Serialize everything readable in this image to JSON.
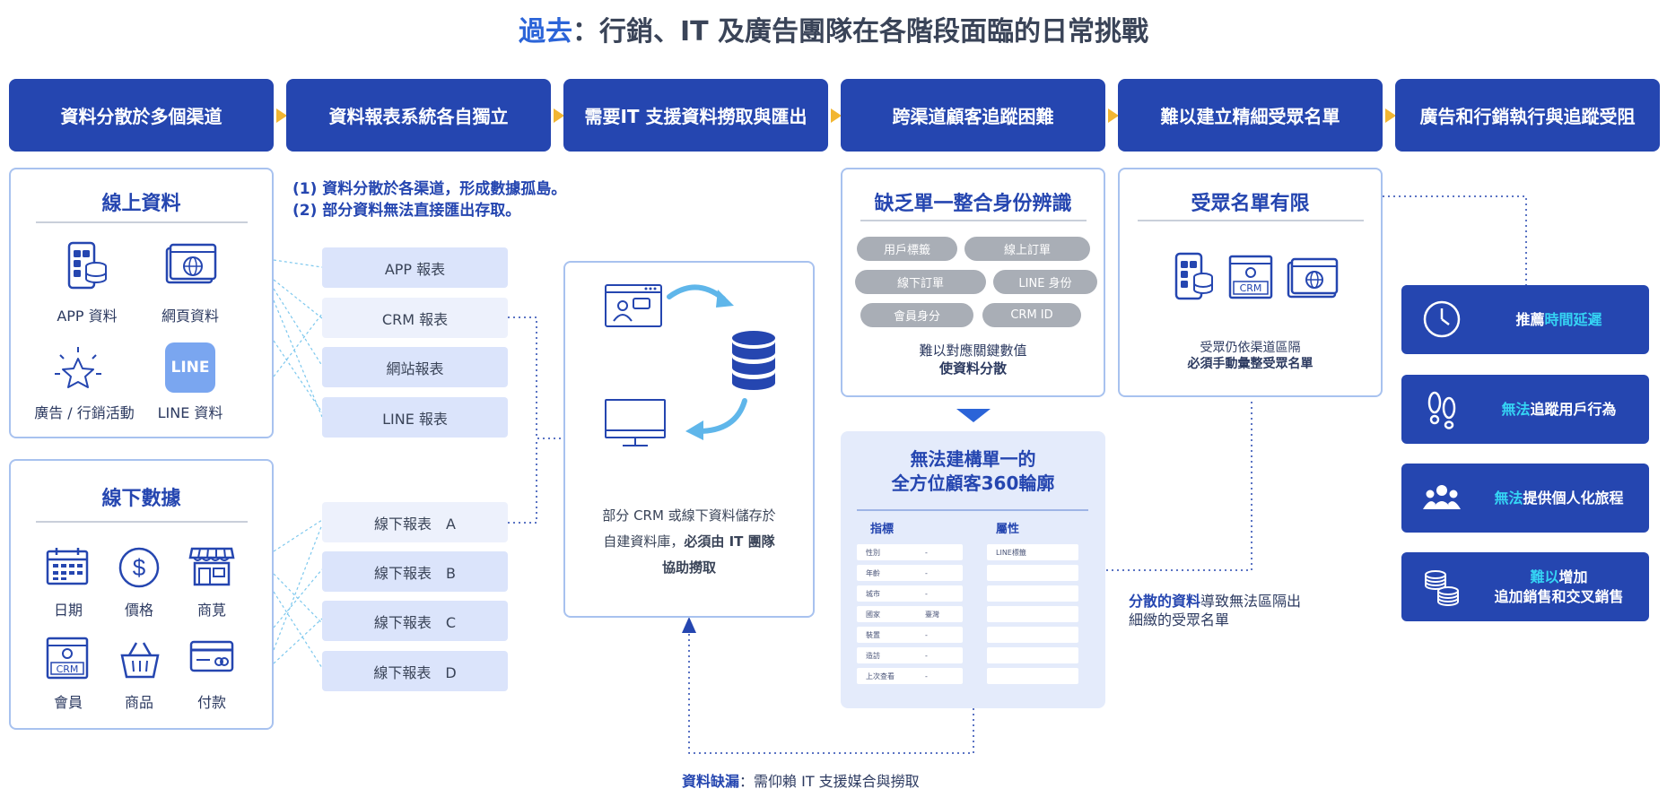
{
  "title": {
    "highlight": "過去",
    "rest": "：行銷、IT 及廣告團隊在各階段面臨的日常挑戰"
  },
  "stages": [
    "資料分散於多個渠道",
    "資料報表系統各自獨立",
    "需要IT 支援資料撈取與匯出",
    "跨渠道顧客追蹤困難",
    "難以建立精細受眾名單",
    "廣告和行銷執行與追蹤受阻"
  ],
  "online": {
    "title": "線上資料",
    "items": [
      {
        "label": "APP 資料",
        "icon": "mobile-database-icon"
      },
      {
        "label": "網頁資料",
        "icon": "web-browser-globe-icon"
      },
      {
        "label": "廣告 / 行銷活動",
        "icon": "star-sparkle-icon"
      },
      {
        "label": "LINE 資料",
        "icon": "line-logo-icon",
        "logo_text": "LINE"
      }
    ]
  },
  "offline": {
    "title": "線下數據",
    "items": [
      {
        "label": "日期",
        "icon": "calendar-icon"
      },
      {
        "label": "價格",
        "icon": "dollar-coin-icon"
      },
      {
        "label": "商莧",
        "icon": "storefront-icon"
      },
      {
        "label": "會員",
        "icon": "crm-icon",
        "icon_text": "CRM"
      },
      {
        "label": "商品",
        "icon": "shopping-basket-icon"
      },
      {
        "label": "付款",
        "icon": "credit-card-icon"
      }
    ]
  },
  "notes": [
    "(1)  資料分散於各渠道，形成數據孤島。",
    "(2)  部分資料無法直接匯出存取。"
  ],
  "reports_online": [
    "APP 報表",
    "CRM 報表",
    "網站報表",
    "LINE 報表"
  ],
  "reports_offline": [
    "線下報表　A",
    "線下報表　B",
    "線下報表　C",
    "線下報表　D"
  ],
  "it_box": {
    "line1": "部分 CRM 或線下資料儲存於",
    "line2_normal": "自建資料庫，",
    "line2_bold": "必須由 IT 團隊",
    "line3_bold": "協助撈取"
  },
  "identity": {
    "title": "缺乏單一整合身份辨識",
    "tags": [
      "用戶標籤",
      "線上訂單",
      "線下訂單",
      "LINE 身份",
      "會員身分",
      "CRM ID"
    ],
    "caption1": "難以對應關鍵數值",
    "caption2": "使資料分散"
  },
  "profile": {
    "title_line1": "無法建構單一的",
    "title_line2": "全方位顧客360輪廓",
    "col1": "指標",
    "col2": "屬性",
    "rows": [
      {
        "k": "性別",
        "v": "-"
      },
      {
        "k": "年齡",
        "v": "-"
      },
      {
        "k": "城市",
        "v": "-"
      },
      {
        "k": "國家",
        "v": "臺灣"
      },
      {
        "k": "裝置",
        "v": "-"
      },
      {
        "k": "造訪",
        "v": "-"
      },
      {
        "k": "上次查看",
        "v": "-"
      }
    ],
    "attr_first": "LINE標籤"
  },
  "audience": {
    "title": "受眾名單有限",
    "icon_text": "CRM",
    "caption1": "受眾仍依渠道區隔",
    "caption2": "必須手動彙整受眾名單"
  },
  "scattered": {
    "bold": "分散的資料",
    "rest": "導致無法區隔出",
    "line2": "細緻的受眾名單"
  },
  "gap": {
    "bold": "資料缺漏",
    "rest": "：需仰賴 IT 支援媒合與撈取"
  },
  "results": [
    {
      "icon": "clock-icon",
      "lines": [
        [
          {
            "t": "推薦",
            "hl": false
          },
          {
            "t": "時間延遲",
            "hl": true
          }
        ]
      ]
    },
    {
      "icon": "footprints-icon",
      "lines": [
        [
          {
            "t": "無法",
            "hl": true
          },
          {
            "t": "追蹤用戶行為",
            "hl": false
          }
        ]
      ]
    },
    {
      "icon": "people-group-icon",
      "lines": [
        [
          {
            "t": "無法",
            "hl": true
          },
          {
            "t": "提供個人化旅程",
            "hl": false
          }
        ]
      ]
    },
    {
      "icon": "coins-icon",
      "lines": [
        [
          {
            "t": "難以",
            "hl": true
          },
          {
            "t": "增加",
            "hl": false
          }
        ],
        [
          {
            "t": "追加銷售和交叉銷售",
            "hl": false
          }
        ]
      ]
    }
  ],
  "colors": {
    "primary": "#2546b0",
    "accent": "#f2b632",
    "highlight": "#35d4f4",
    "title_blue": "#2b64d8",
    "report_bg": "#dbe4fb",
    "panel_border": "#a8c2ef"
  }
}
